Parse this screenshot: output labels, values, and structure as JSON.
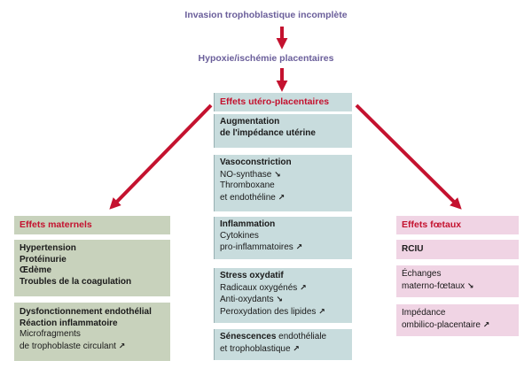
{
  "top": {
    "step1": "Invasion trophoblastique incomplète",
    "step2": "Hypoxie/ischémie placentaires"
  },
  "center": {
    "header": "Effets utéro-placentaires",
    "box1": {
      "line1": "Augmentation",
      "line2": "de l'impédance utérine"
    },
    "box2": {
      "title": "Vasoconstriction",
      "line1": "NO-synthase",
      "line2": "Thromboxane",
      "line3": "et endothéline",
      "mark_down": "↘",
      "mark_up": "↗"
    },
    "box3": {
      "title": "Inflammation",
      "line1": "Cytokines",
      "line2": "pro-inflammatoires",
      "mark_up": "↗"
    },
    "box4": {
      "title": "Stress oxydatif",
      "line1": "Radicaux oxygénés",
      "line2": "Anti-oxydants",
      "line3": "Peroxydation des lipides",
      "mark_up": "↗",
      "mark_down": "↘"
    },
    "box5": {
      "title": "Sénescences",
      "title_rest": " endothéliale",
      "line2": "et trophoblastique",
      "mark_up": "↗"
    }
  },
  "left": {
    "header": "Effets maternels",
    "box1": {
      "l1": "Hypertension",
      "l2": "Protéinurie",
      "l3": "Œdème",
      "l4": "Troubles de la coagulation"
    },
    "box2": {
      "l1": "Dysfonctionnement endothélial",
      "l2": "Réaction inflammatoire",
      "l3": "Microfragments",
      "l4": "de trophoblaste circulant",
      "mark_up": "↗"
    }
  },
  "right": {
    "header": "Effets fœtaux",
    "box1": {
      "l1": "RCIU"
    },
    "box2": {
      "l1": "Échanges",
      "l2": "materno-fœtaux",
      "mark_down": "↘"
    },
    "box3": {
      "l1": "Impédance",
      "l2": "ombilico-placentaire",
      "mark_up": "↗"
    }
  },
  "colors": {
    "arrow_red": "#c4122f",
    "top_text": "#6a5e9a",
    "blue_box": "#c8dcdd",
    "green_box": "#c8d2bc",
    "pink_box": "#f0d4e4"
  }
}
